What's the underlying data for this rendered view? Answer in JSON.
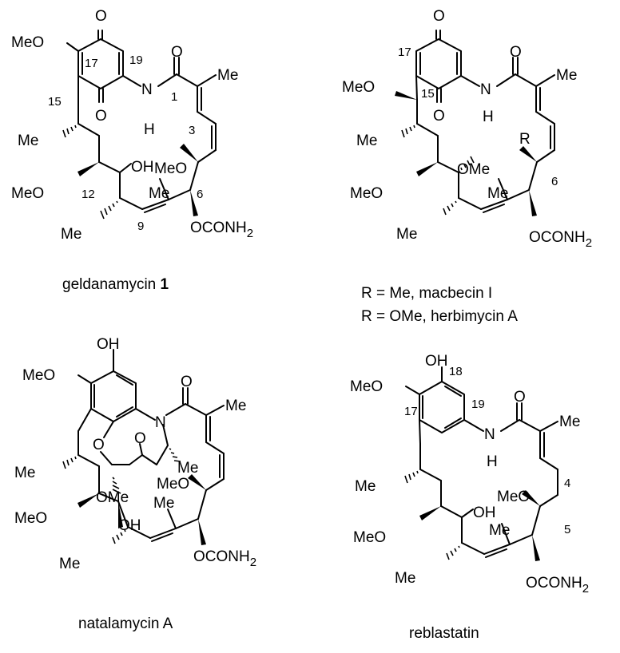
{
  "figure": {
    "molecules": [
      {
        "id": "geldanamycin",
        "caption": "geldanamycin",
        "caption_suffix": "1",
        "labels": {
          "o_top": "O",
          "meo_17": "MeO",
          "n17": "17",
          "n19": "19",
          "o_amide": "O",
          "me_2": "Me",
          "n15": "15",
          "n1": "1",
          "nh_n": "N",
          "nh_h": "H",
          "o_quinone": "O",
          "n3": "3",
          "me_14": "Me",
          "oh_11": "OH",
          "meo_6": "MeO",
          "meo_12": "MeO",
          "n12": "12",
          "me_8": "Me",
          "n6": "6",
          "me_10": "Me",
          "n9": "9",
          "ocarb": "OCONH",
          "ocarb_sub": "2"
        }
      },
      {
        "id": "macbecin",
        "caption_line1": "R = Me, macbecin I",
        "caption_line2": "R = OMe, herbimycin A",
        "labels": {
          "o_top": "O",
          "n17": "17",
          "o_amide": "O",
          "me_2": "Me",
          "meo_15": "MeO",
          "n15": "15",
          "nh_n": "N",
          "nh_h": "H",
          "o_quinone": "O",
          "me_14": "Me",
          "r": "R",
          "ome_11": "OMe",
          "meo_12": "MeO",
          "n6": "6",
          "me_8": "Me",
          "me_10": "Me",
          "ocarb": "OCONH",
          "ocarb_sub": "2"
        }
      },
      {
        "id": "natalamycin",
        "caption": "natalamycin A",
        "labels": {
          "oh_top": "OH",
          "meo_17": "MeO",
          "o_amide": "O",
          "n_amide": "N",
          "me_2": "Me",
          "me_14": "Me",
          "o_ether": "O",
          "o_ketone": "O",
          "me_n": "Me",
          "meo_6": "MeO",
          "ome_11": "OMe",
          "meo_12": "MeO",
          "oh_11": "OH",
          "me_8": "Me",
          "me_10": "Me",
          "ocarb": "OCONH",
          "ocarb_sub": "2"
        }
      },
      {
        "id": "reblastatin",
        "caption": "reblastatin",
        "labels": {
          "oh_top": "OH",
          "n18": "18",
          "meo_17": "MeO",
          "n17": "17",
          "n19": "19",
          "o_amide": "O",
          "me_2": "Me",
          "nh_n": "N",
          "nh_h": "H",
          "me_14": "Me",
          "n4": "4",
          "meo_6": "MeO",
          "n5": "5",
          "meo_12": "MeO",
          "oh_11": "OH",
          "me_8": "Me",
          "me_10": "Me",
          "ocarb": "OCONH",
          "ocarb_sub": "2"
        }
      }
    ]
  }
}
